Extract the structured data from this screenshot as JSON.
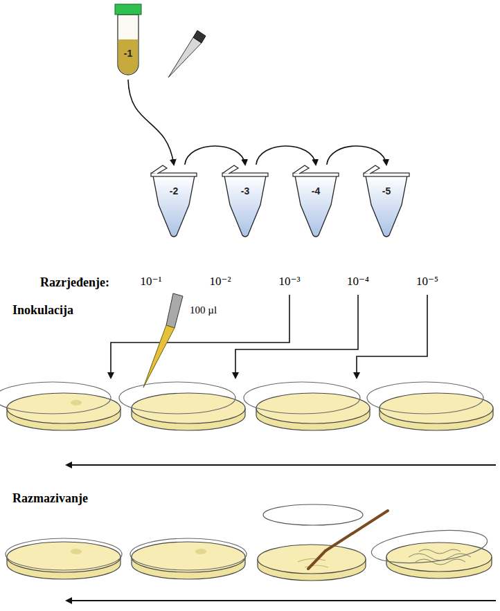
{
  "diagram": {
    "nodes": [
      {
        "text": [
          "-1"
        ]
      },
      {
        "text": [
          "-2"
        ]
      },
      {
        "text": [
          "-3"
        ]
      },
      {
        "text": [
          "-4"
        ]
      },
      {
        "text": [
          "-5"
        ]
      }
    ],
    "edges": [
      {
        "from": 0,
        "to": 1,
        "arrow": "to"
      },
      {
        "from": 1,
        "to": 2,
        "arrow": "to"
      },
      {
        "from": 2,
        "to": 3,
        "arrow": "to"
      },
      {
        "from": 3,
        "to": 4,
        "arrow": "to"
      }
    ],
    "labels": [
      "Razrjeđenje:",
      "10⁻¹",
      "10⁻²",
      "10⁻³",
      "10⁻⁴",
      "10⁻⁵",
      "Inokulacija",
      "100 µl",
      "Razmazivanje"
    ]
  }
}
